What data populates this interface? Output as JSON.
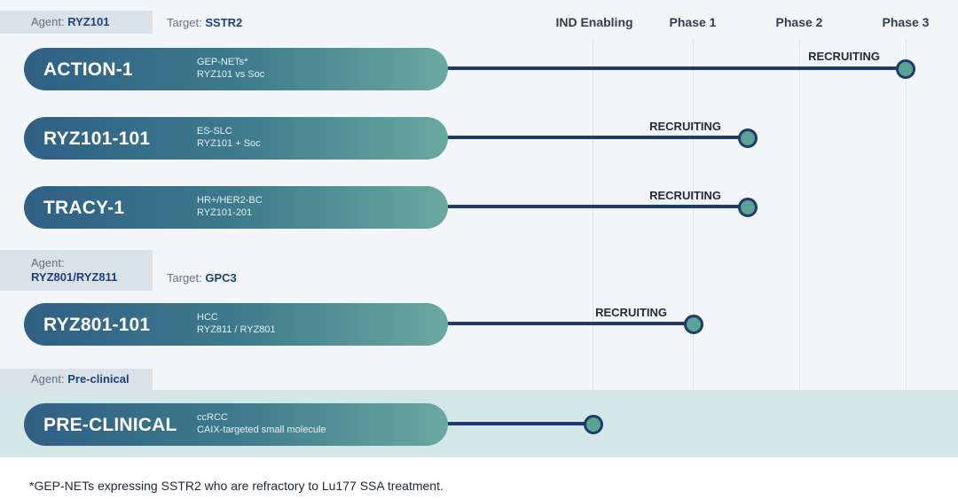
{
  "phases": [
    "IND Enabling",
    "Phase 1",
    "Phase 2",
    "Phase 3"
  ],
  "groups": [
    {
      "agent_label": "Agent:",
      "agent": "RYZ101",
      "target_label": "Target:",
      "target": "SSTR2",
      "programs": [
        {
          "name": "ACTION-1",
          "indication": "GEP-NETs*",
          "regimen": "RYZ101 vs Soc",
          "status": "RECRUITING",
          "stage": "Phase 3"
        },
        {
          "name": "RYZ101-101",
          "indication": "ES-SLC",
          "regimen": "RYZ101 + Soc",
          "status": "RECRUITING",
          "stage": "Phase 1"
        },
        {
          "name": "TRACY-1",
          "indication": "HR+/HER2-BC",
          "regimen": "RYZ101-201",
          "status": "RECRUITING",
          "stage": "Phase 1"
        }
      ]
    },
    {
      "agent_label": "Agent:",
      "agent": "RYZ801/RYZ811",
      "target_label": "Target:",
      "target": "GPC3",
      "programs": [
        {
          "name": "RYZ801-101",
          "indication": "HCC",
          "regimen": "RYZ811 / RYZ801",
          "status": "RECRUITING",
          "stage": "Phase 1"
        }
      ]
    },
    {
      "agent_label": "Agent:",
      "agent": "Pre-clinical",
      "programs": [
        {
          "name": "PRE-CLINICAL",
          "indication": "ccRCC",
          "regimen": "CAIX-targeted small molecule",
          "status": "",
          "stage": "IND Enabling"
        }
      ]
    }
  ],
  "footnote": "*GEP-NETs expressing SSTR2 who are refractory to Lu177 SSA treatment.",
  "colors": {
    "bar": "#1e3a6e",
    "marker_fill": "#5aa394",
    "pill_start": "#2f5f85",
    "pill_end": "#6aa9a0",
    "accent_text": "#1f3f77"
  },
  "chart_data": {
    "type": "table",
    "title": "",
    "columns": [
      "IND Enabling",
      "Phase 1",
      "Phase 2",
      "Phase 3"
    ],
    "rows": [
      {
        "program": "ACTION-1",
        "agent": "RYZ101",
        "target": "SSTR2",
        "indication": "GEP-NETs*",
        "regimen": "RYZ101 vs Soc",
        "stage": "Phase 3",
        "status": "RECRUITING"
      },
      {
        "program": "RYZ101-101",
        "agent": "RYZ101",
        "target": "SSTR2",
        "indication": "ES-SLC",
        "regimen": "RYZ101 + Soc",
        "stage": "Phase 1",
        "status": "RECRUITING"
      },
      {
        "program": "TRACY-1",
        "agent": "RYZ101",
        "target": "SSTR2",
        "indication": "HR+/HER2-BC",
        "regimen": "RYZ101-201",
        "stage": "Phase 1",
        "status": "RECRUITING"
      },
      {
        "program": "RYZ801-101",
        "agent": "RYZ801/RYZ811",
        "target": "GPC3",
        "indication": "HCC",
        "regimen": "RYZ811 / RYZ801",
        "stage": "Phase 1",
        "status": "RECRUITING"
      },
      {
        "program": "PRE-CLINICAL",
        "agent": "Pre-clinical",
        "target": "",
        "indication": "ccRCC",
        "regimen": "CAIX-targeted small molecule",
        "stage": "IND Enabling",
        "status": ""
      }
    ]
  }
}
